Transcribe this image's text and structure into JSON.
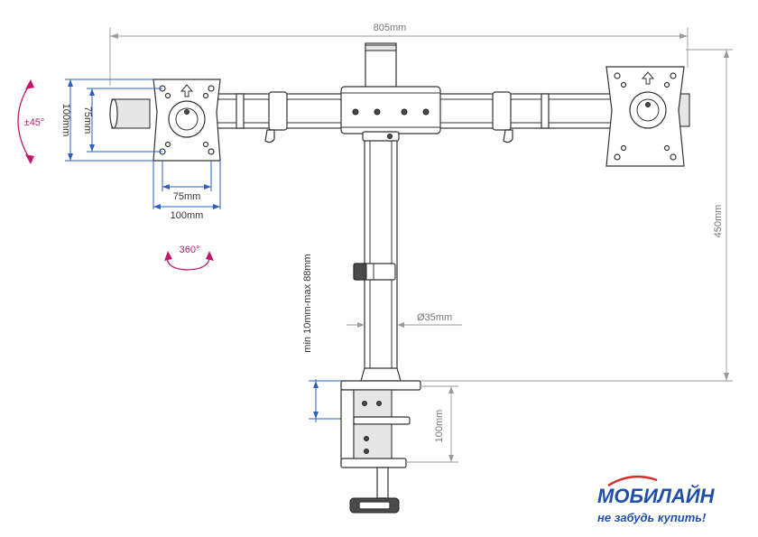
{
  "dimensions": {
    "total_width": "805mm",
    "pole_height": "450mm",
    "vesa_height_large": "100mm",
    "vesa_height_small": "75mm",
    "vesa_width_small": "75mm",
    "vesa_width_large": "100mm",
    "tilt": "±45°",
    "swivel": "360°",
    "pole_diameter": "Ø35mm",
    "clamp_range": "min 10mm-max 88mm",
    "clamp_depth": "100mm"
  },
  "logo": {
    "name": "МОБИЛАЙН",
    "slogan": "не забудь купить!"
  },
  "colors": {
    "dimension_blue": "#2a62b8",
    "rotation_pink": "#c2186b",
    "logo_blue": "#1f4fa8",
    "logo_red": "#d32f2f"
  }
}
